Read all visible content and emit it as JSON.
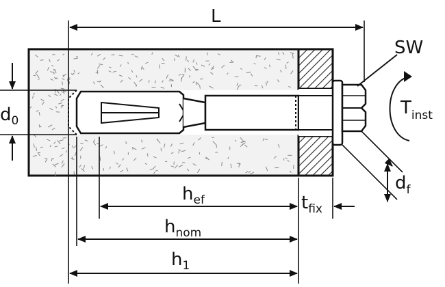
{
  "labels": {
    "L": "L",
    "SW": "SW",
    "d0": {
      "main": "d",
      "sub": "0"
    },
    "T_inst": {
      "main": "T",
      "sub": "inst"
    },
    "d_f": {
      "main": "d",
      "sub": "f"
    },
    "h_ef": {
      "main": "h",
      "sub": "ef"
    },
    "t_fix": {
      "main": "t",
      "sub": "fix"
    },
    "h_nom": {
      "main": "h",
      "sub": "nom"
    },
    "h1": {
      "main": "h",
      "sub": "1"
    }
  }
}
